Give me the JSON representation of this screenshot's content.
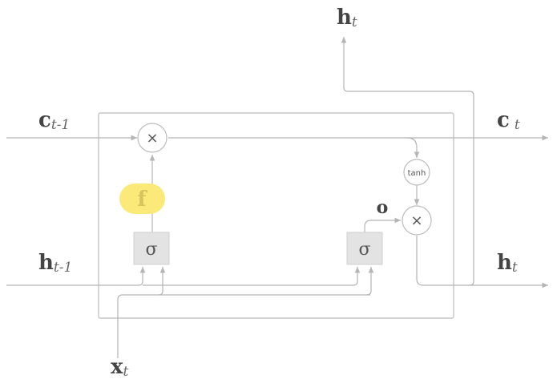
{
  "labels": {
    "h_top": {
      "main": "h",
      "sub": "t"
    },
    "c_prev": {
      "main": "c",
      "sub": "t-1"
    },
    "c_next": {
      "main": "c",
      "sub": "t"
    },
    "h_prev": {
      "main": "h",
      "sub": "t-1"
    },
    "h_next": {
      "main": "h",
      "sub": "t"
    },
    "x_in": {
      "main": "x",
      "sub": "t"
    }
  },
  "nodes": {
    "forget_mult": "×",
    "output_mult": "×",
    "tanh": "tanh",
    "forget_sigma": "σ",
    "output_sigma": "σ",
    "forget_gate": "f",
    "output_gate": "o"
  },
  "colors": {
    "wire": "#b5b5b5",
    "highlight": "#fbe97a",
    "gate_fill": "#e3e3e3"
  }
}
